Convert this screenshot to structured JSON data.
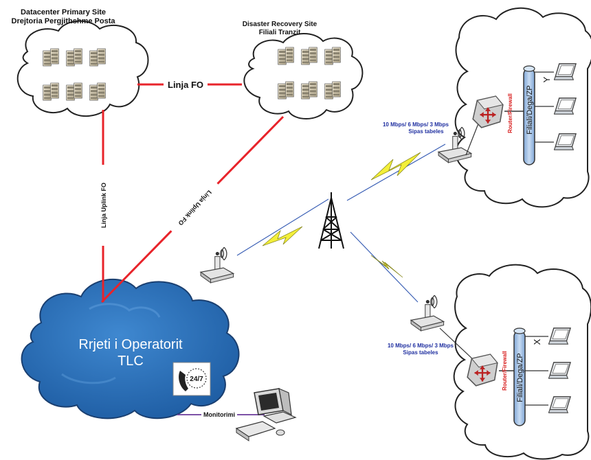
{
  "sites": {
    "primary": {
      "line1": "Datacenter Primary Site",
      "line2": "Drejtoria Pergjithshme Posta"
    },
    "dr": {
      "line1": "Disaster Recovery Site",
      "line2": "Filiali Tranzit"
    }
  },
  "links": {
    "fo": "Linja FO",
    "uplink_primary": "Linja Uplink FO",
    "uplink_dr": "Linja Uplink FO",
    "monitoring": "Monitorimi"
  },
  "operator": {
    "line1": "Rrjeti i Operatorit",
    "line2": "TLC",
    "badge": "24/7"
  },
  "branches": {
    "y": {
      "bandwidth": "10 Mbps/ 6 Mbps/ 3 Mbps",
      "note": "Sipas tabeles",
      "router": "Router/Firewall",
      "bus": "Filiali/Dega/ZP",
      "letter": "Y"
    },
    "x": {
      "bandwidth": "10 Mbps/ 6 Mbps/ 3 Mbps",
      "note": "Sipas tabeles",
      "router": "Router/Firewall",
      "bus": "Filiali/Dega/ZP",
      "letter": "X"
    }
  },
  "colors": {
    "fiber": "#e8232a",
    "wireless_bolt": "#f3ef3a",
    "wireless_line": "#3a5fb5",
    "cloud_operator": "#2a6fb8",
    "bandwidth_text": "#1f2fa0",
    "router_text": "#d81e1e",
    "bus_fill": "#a9c6e8",
    "monitor_line": "#6a3a9a"
  }
}
